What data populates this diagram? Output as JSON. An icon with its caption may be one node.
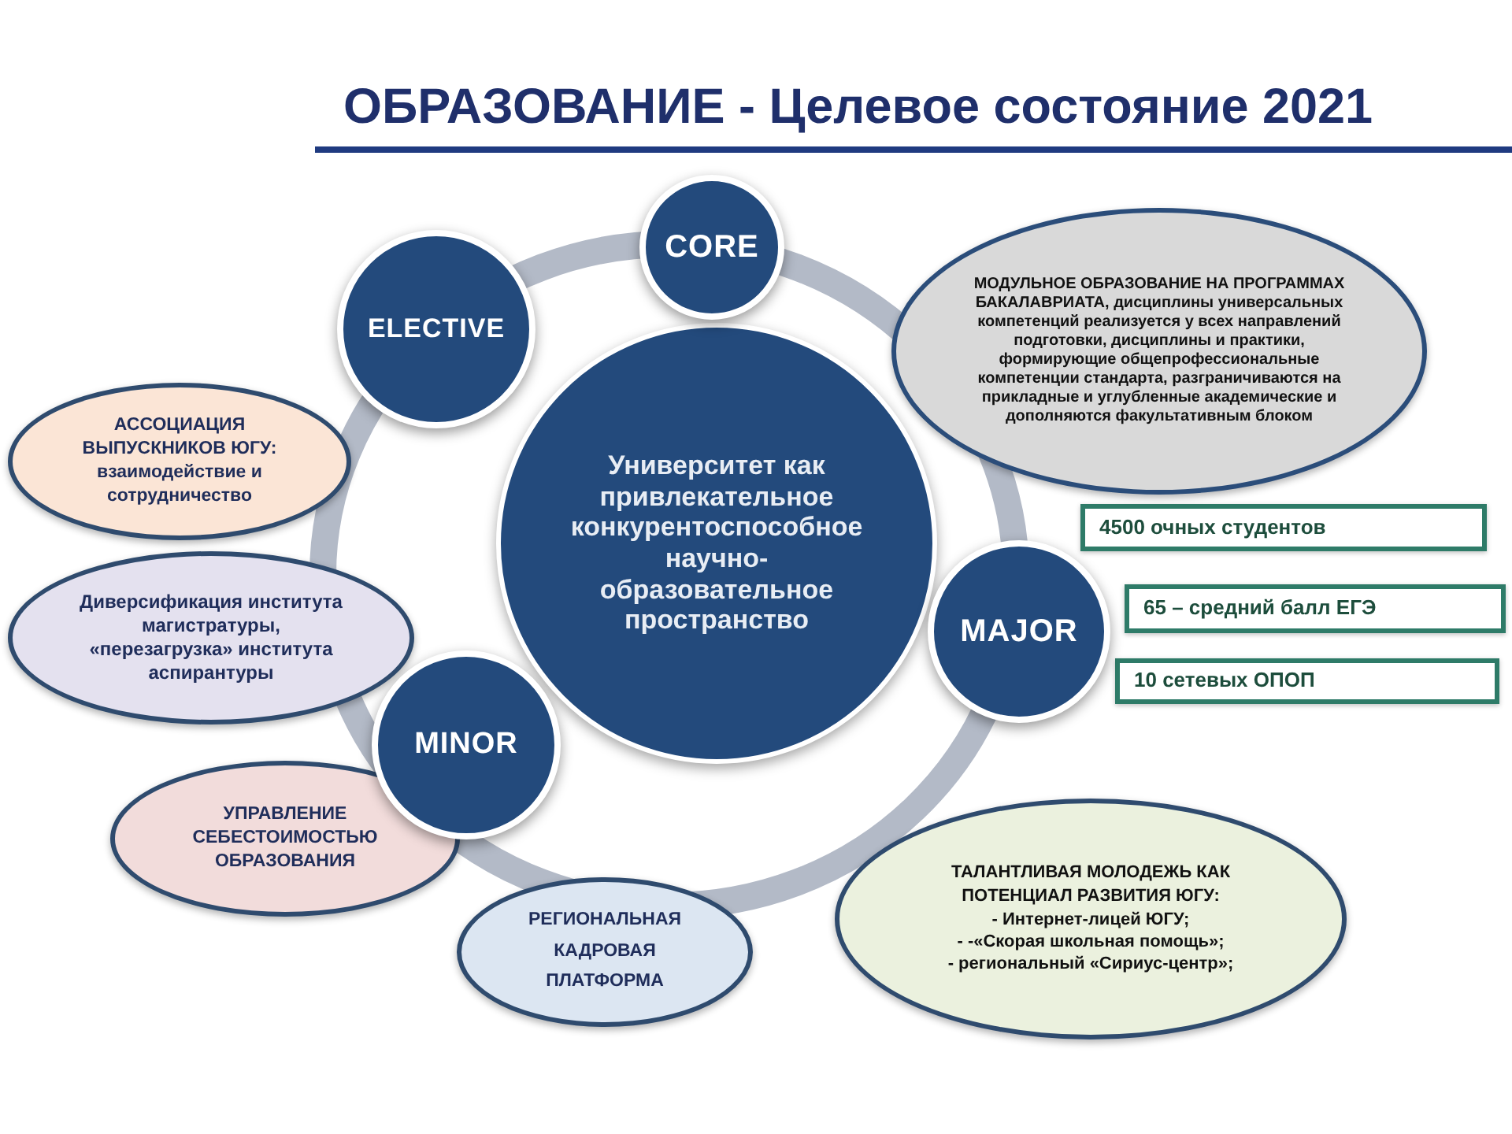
{
  "diagram": {
    "title": "ОБРАЗОВАНИЕ - Целевое состояние 2021",
    "nodes": [
      {
        "text": [
          "Университет как привлекательное конкурентоспособное научно-образовательное пространство"
        ]
      },
      {
        "text": [
          "CORE"
        ]
      },
      {
        "text": [
          "ELECTIVE"
        ]
      },
      {
        "text": [
          "MAJOR"
        ]
      },
      {
        "text": [
          "MINOR"
        ]
      },
      {
        "text": [
          "МОДУЛЬНОЕ ОБРАЗОВАНИЕ НА ПРОГРАММАХ БАКАЛАВРИАТА, дисциплины универсальных компетенций реализуется у всех направлений подготовки, дисциплины и практики, формирующие общепрофессиональные компетенции стандарта, разграничиваются на прикладные и углубленные академические и дополняются факультативным блоком"
        ]
      },
      {
        "text": [
          "АССОЦИАЦИЯ ВЫПУСКНИКОВ ЮГУ: взаимодействие и сотрудничество"
        ]
      },
      {
        "text": [
          "Диверсификация института магистратуры, «перезагрузка» института аспирантуры"
        ]
      },
      {
        "text": [
          "4500 очных студентов"
        ]
      },
      {
        "text": [
          "65 – средний балл ЕГЭ"
        ]
      },
      {
        "text": [
          "10 сетевых ОПОП"
        ]
      },
      {
        "text": [
          "УПРАВЛЕНИЕ СЕБЕСТОИМОСТЬЮ ОБРАЗОВАНИЯ"
        ]
      },
      {
        "text": [
          "РЕГИОНАЛЬНАЯ КАДРОВАЯ ПЛАТФОРМА"
        ]
      },
      {
        "text": [
          "ТАЛАНТЛИВАЯ МОЛОДЕЖЬ КАК ПОТЕНЦИАЛ РАЗВИТИЯ ЮГУ:",
          "- Интернет-лицей ЮГУ;",
          "- -«Скорая школьная помощь»;",
          "- региональный «Сириус-центр»;"
        ]
      }
    ]
  }
}
